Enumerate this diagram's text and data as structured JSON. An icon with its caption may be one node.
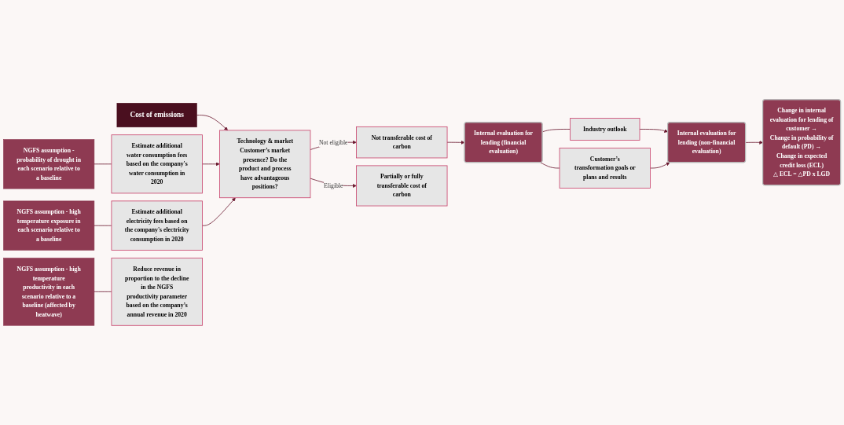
{
  "diagram": {
    "nodes": [
      {
        "text": [
          "Cost of emissions"
        ]
      },
      {
        "text": [
          "NGFS assumption - probability of drought in each scenario relative to a baseline"
        ]
      },
      {
        "text": [
          "Estimate additional water consumption fees based on the company's water consumption in 2020"
        ]
      },
      {
        "text": [
          "NGFS assumption - high temperature exposure in each scenario relative to a baseline"
        ]
      },
      {
        "text": [
          "Estimate additional electricity fees based on the company's electricity consumption in 2020"
        ]
      },
      {
        "text": [
          "NGFS assumption - high temperature productivity in each scenario relative to a baseline (affected by heatwave)"
        ]
      },
      {
        "text": [
          "Reduce revenue in proportion to the decline in the NGFS productivity parameter based on the company’s annual revenue in 2020"
        ]
      },
      {
        "text": [
          "Technology & market",
          "Customer’s market presence? Do the product and process have advantageous positions?"
        ]
      },
      {
        "text": [
          "Not transferable cost of carbon"
        ]
      },
      {
        "text": [
          "Partially or fully transferable cost of carbon"
        ]
      },
      {
        "text": [
          "Internal evaluation for lending (financial evaluation)"
        ]
      },
      {
        "text": [
          "Industry outlook"
        ]
      },
      {
        "text": [
          "Customer’s transformation goals or plans and results"
        ]
      },
      {
        "text": [
          "Internal evaluation for lending (non-financial evaluation)"
        ]
      },
      {
        "text": [
          "Change in internal evaluation for lending of customer →",
          "Change in probability of default (PD) →",
          "Change in expected credit loss (ECL)",
          "△ ECL = △PD x LGD"
        ]
      }
    ],
    "edges": [
      {
        "from": 0,
        "to": 7,
        "arrow": "to"
      },
      {
        "from": 1,
        "to": 2,
        "arrow": "none"
      },
      {
        "from": 2,
        "to": 7,
        "arrow": "to"
      },
      {
        "from": 3,
        "to": 4,
        "arrow": "none"
      },
      {
        "from": 4,
        "to": 7,
        "arrow": "to"
      },
      {
        "from": 5,
        "to": 6,
        "arrow": "none"
      },
      {
        "from": 7,
        "to": 8,
        "label": "Not eligible",
        "arrow": "to"
      },
      {
        "from": 7,
        "to": 9,
        "label": "Eligible",
        "arrow": "to"
      },
      {
        "from": 8,
        "to": 10,
        "arrow": "to"
      },
      {
        "from": 10,
        "to": 11,
        "arrow": "none"
      },
      {
        "from": 10,
        "to": 12,
        "arrow": "none"
      },
      {
        "from": 11,
        "to": 13,
        "arrow": "to"
      },
      {
        "from": 12,
        "to": 13,
        "arrow": "to"
      },
      {
        "from": 13,
        "to": 14,
        "arrow": "to"
      }
    ]
  }
}
